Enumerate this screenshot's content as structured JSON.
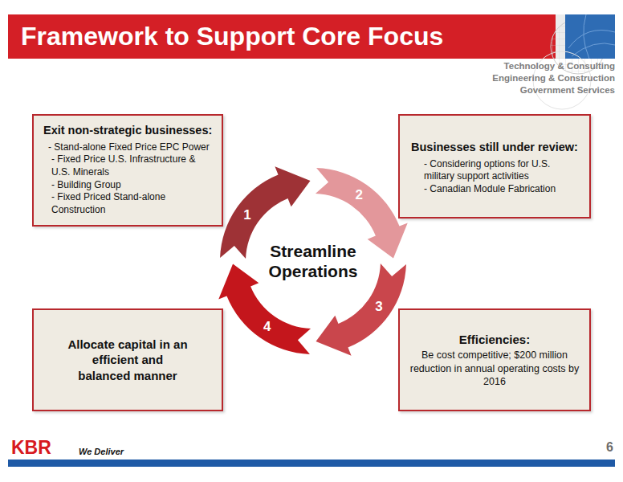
{
  "diagram": {
    "title": "Framework to Support Core Focus",
    "nodes": [
      {
        "text": [
          "Exit non-strategic businesses:",
          "- Stand-alone Fixed Price EPC Power",
          "- Fixed Price U.S. Infrastructure & U.S. Minerals",
          "- Building Group",
          "- Fixed Priced Stand-alone Construction"
        ]
      },
      {
        "text": [
          "Businesses still under review:",
          "- Considering options for U.S. military support activities",
          "- Canadian Module Fabrication"
        ]
      },
      {
        "text": [
          "Allocate capital in an efficient and balanced manner"
        ]
      },
      {
        "text": [
          "Efficiencies:",
          "Be cost competitive; $200 million reduction in annual operating costs by 2016"
        ]
      }
    ],
    "labels": [
      "Technology & Consulting",
      "Engineering & Construction",
      "Government Services",
      "Streamline Operations",
      "1",
      "2",
      "3",
      "4",
      "KBR",
      "We Deliver",
      "6"
    ]
  }
}
